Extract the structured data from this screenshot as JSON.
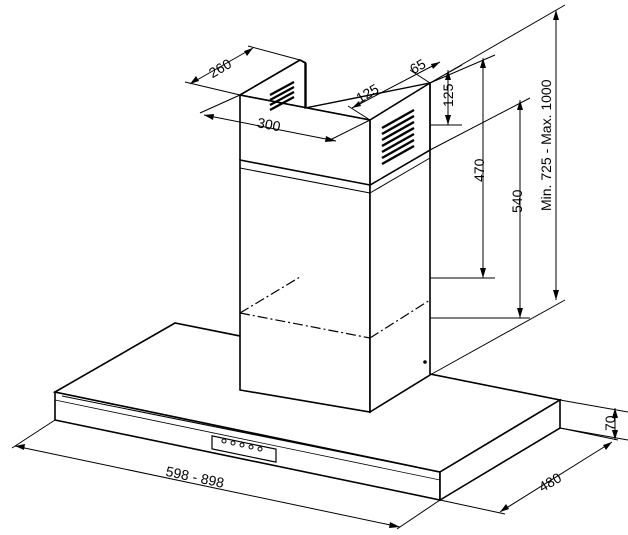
{
  "drawing": {
    "dimensions": {
      "chimney_depth": "260",
      "chimney_width": "300",
      "vent_width": "125",
      "vent_offset": "65",
      "vent_height": "125",
      "upper_chimney_height": "470",
      "lower_chimney_height": "540",
      "total_height": "Min. 725 - Max. 1000",
      "hood_width": "598  - 898",
      "hood_depth": "480",
      "hood_thickness": "70"
    }
  }
}
